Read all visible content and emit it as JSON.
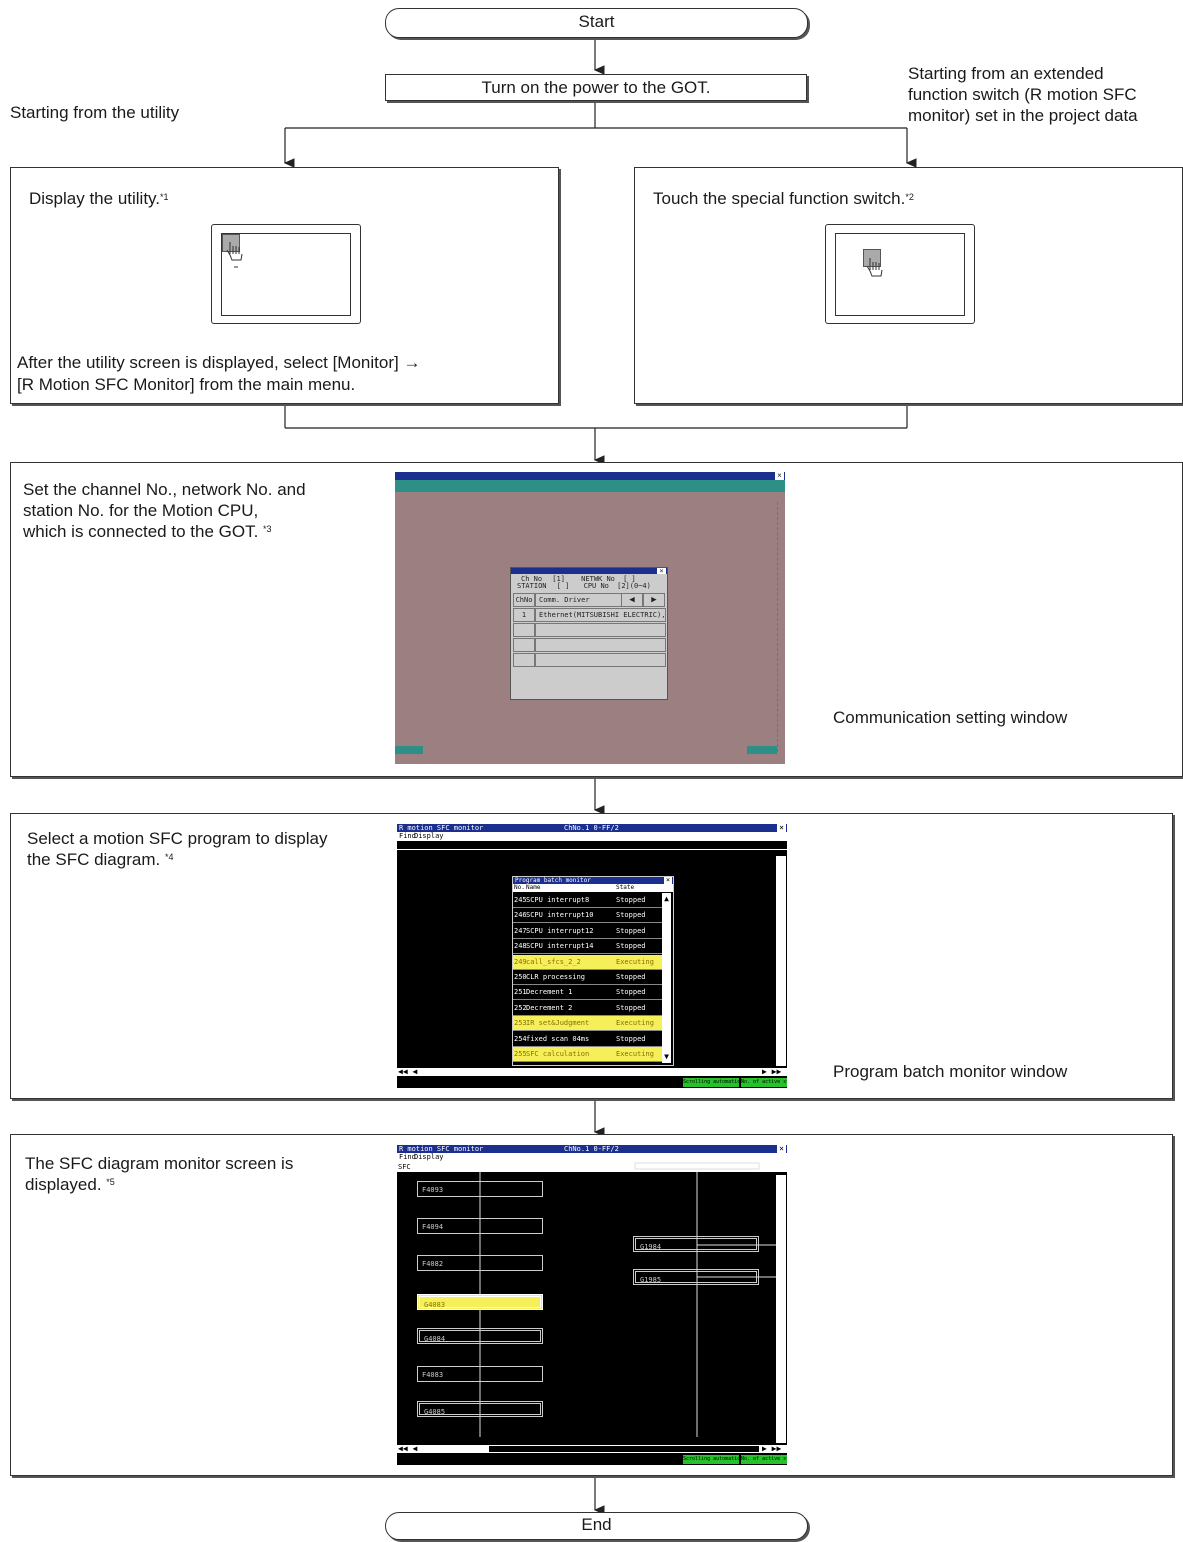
{
  "flow": {
    "start_label": "Start",
    "end_label": "End",
    "power_step": "Turn on the power to the GOT.",
    "branch_left_label": "Starting from the utility",
    "branch_right_label_lines": [
      "Starting from an extended",
      "function switch (R motion SFC",
      "monitor) set in the project data"
    ],
    "utility_box": {
      "title": "Display the utility.",
      "note": "*1",
      "text_lines": [
        "After the utility screen is displayed, select [Monitor] →",
        "[R Motion SFC Monitor] from the main menu."
      ]
    },
    "switch_box": {
      "title": "Touch the special function switch.",
      "note": "*2"
    },
    "comm_box": {
      "text_lines": [
        "Set the channel No., network No. and",
        "station No. for the Motion CPU,",
        "which is connected to the GOT."
      ],
      "note": "*3",
      "callout": "Communication setting window"
    },
    "program_box": {
      "text_lines": [
        "Select a motion SFC program to display",
        "the SFC diagram."
      ],
      "note": "*4",
      "callout": "Program batch monitor window"
    },
    "sfc_box": {
      "text_lines": [
        "The SFC diagram monitor screen is",
        "displayed."
      ],
      "note": "*5"
    }
  },
  "comm_window": {
    "ch_no_label": "Ch No",
    "ch_no_value": "[1]",
    "netwk_label": "NETWK No",
    "netwk_value": "[ ]",
    "station_label": "STATION",
    "station_value": "[ ]",
    "cpu_label": "CPU No",
    "cpu_value": "[2](0~4)",
    "col_chno": "ChNo",
    "col_driver": "Comm. Driver",
    "rows": [
      {
        "ch": "1",
        "driver": "Ethernet(MITSUBISHI ELECTRIC),G"
      },
      {
        "ch": "",
        "driver": ""
      },
      {
        "ch": "",
        "driver": ""
      },
      {
        "ch": "",
        "driver": ""
      }
    ]
  },
  "monitor": {
    "title": "R motion SFC monitor",
    "channel": "ChNo.1 0-FF/2",
    "menu_find": "Find",
    "menu_display": "Display",
    "status_scroll": "Scrolling automatically",
    "status_steps": "No. of active steps",
    "sfc_tab": "SFC"
  },
  "program_window": {
    "title": "Program batch monitor",
    "col_no": "No.",
    "col_name": "Name",
    "col_state": "State",
    "rows": [
      {
        "no": "245",
        "name": "SCPU interrupt8",
        "state": "Stopped",
        "active": false
      },
      {
        "no": "246",
        "name": "SCPU interrupt10",
        "state": "Stopped",
        "active": false
      },
      {
        "no": "247",
        "name": "SCPU interrupt12",
        "state": "Stopped",
        "active": false
      },
      {
        "no": "248",
        "name": "SCPU interrupt14",
        "state": "Stopped",
        "active": false
      },
      {
        "no": "249",
        "name": "call_sfcs_2_2",
        "state": "Executing",
        "active": true
      },
      {
        "no": "250",
        "name": "CLR processing",
        "state": "Stopped",
        "active": false
      },
      {
        "no": "251",
        "name": "Decrement 1",
        "state": "Stopped",
        "active": false
      },
      {
        "no": "252",
        "name": "Decrement 2",
        "state": "Stopped",
        "active": false
      },
      {
        "no": "253",
        "name": "IR set&Judgment",
        "state": "Executing",
        "active": true
      },
      {
        "no": "254",
        "name": "fixed scan 04ms",
        "state": "Stopped",
        "active": false
      },
      {
        "no": "255",
        "name": "SFC calculation",
        "state": "Executing",
        "active": true
      }
    ]
  },
  "sfc_diagram": {
    "left_steps": [
      {
        "label": "F4093",
        "active": false,
        "double": false
      },
      {
        "label": "F4094",
        "active": false,
        "double": false
      },
      {
        "label": "F4082",
        "active": false,
        "double": false
      },
      {
        "label": "G4083",
        "active": true,
        "double": true
      },
      {
        "label": "G4084",
        "active": false,
        "double": true
      },
      {
        "label": "F4083",
        "active": false,
        "double": false
      },
      {
        "label": "G4085",
        "active": false,
        "double": true
      }
    ],
    "right_steps": [
      {
        "label": "G1984",
        "double": true
      },
      {
        "label": "G1985",
        "double": true
      }
    ]
  },
  "colors": {
    "active_highlight": "#f5f05a",
    "comm_background": "#9c7f80",
    "screen_black": "#000000",
    "title_bar_blue": "#1b2f8f",
    "teal_bar": "#2d8f86",
    "status_green": "#27c22b"
  }
}
